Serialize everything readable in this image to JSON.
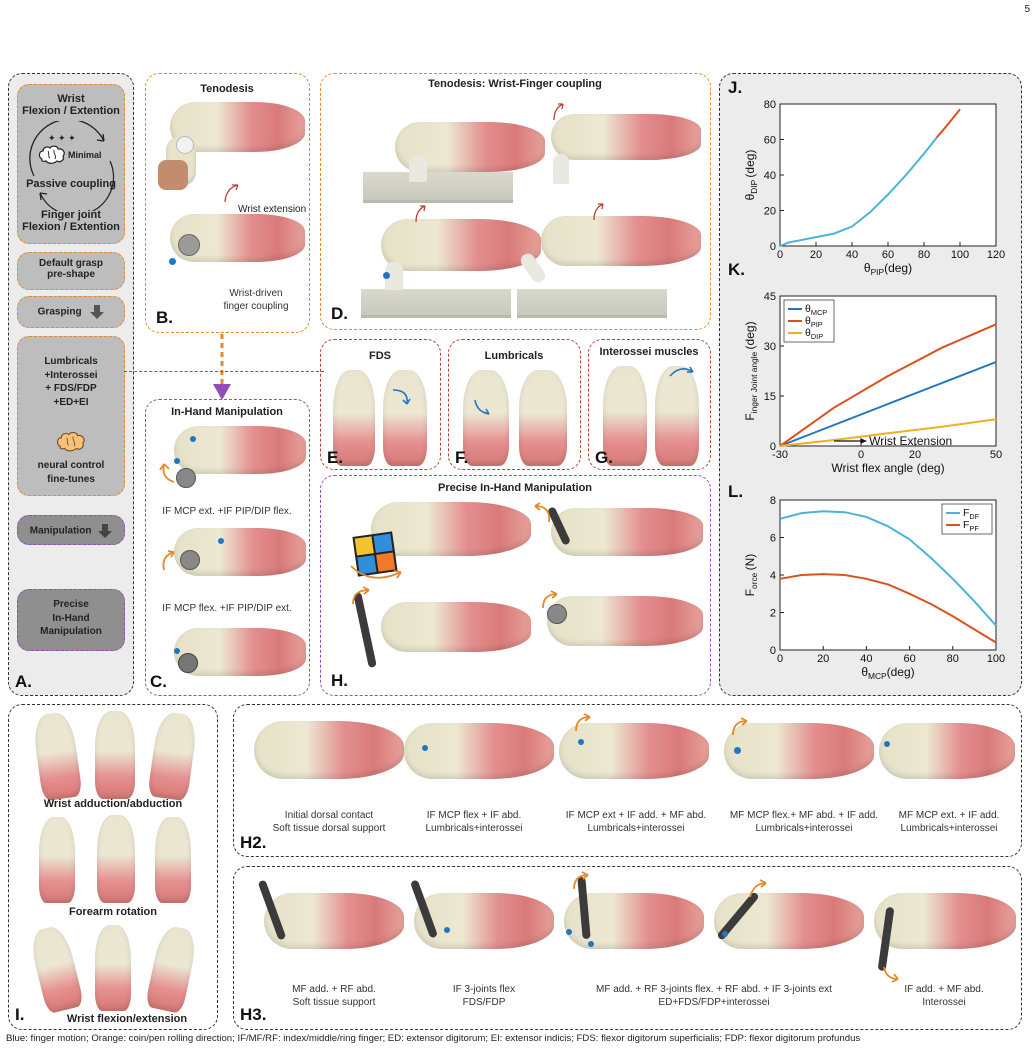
{
  "page_number": "5",
  "panelA": {
    "wrist_title": "Wrist\nFlexion / Extention",
    "minimal": "Minimal",
    "passive": "Passive coupling",
    "finger_title": "Finger joint\nFlexion / Extention",
    "default_grasp": "Default grasp\npre-shape",
    "grasping": "Grasping",
    "muscles": "Lumbricals\n+Interossei\n+ FDS/FDP\n+ED+EI",
    "neural": "neural control\nfine-tunes",
    "manipulation": "Manipulation",
    "precise": "Precise\nIn-Hand\nManipulation",
    "label": "A."
  },
  "panelB": {
    "title": "Tenodesis",
    "wrist_ext": "Wrist extension",
    "caption": "Wrist-driven\nfinger coupling",
    "label": "B."
  },
  "panelC": {
    "title": "In-Hand Manipulation",
    "cap1": "IF MCP ext. +IF PIP/DIP flex.",
    "cap2": "IF MCP flex. +IF PIP/DIP ext.",
    "label": "C."
  },
  "panelD": {
    "title": "Tenodesis: Wrist-Finger coupling",
    "label": "D."
  },
  "panelE": {
    "title": "FDS",
    "label": "E."
  },
  "panelF": {
    "title": "Lumbricals",
    "label": "F."
  },
  "panelG": {
    "title": "Interossei muscles",
    "label": "G."
  },
  "panelH": {
    "title": "Precise  In-Hand Manipulation",
    "label": "H."
  },
  "panelI": {
    "cap1": "Wrist adduction/abduction",
    "cap2": "Forearm rotation",
    "cap3": "Wrist flexion/extension",
    "label": "I."
  },
  "panelH2": {
    "label": "H2.",
    "captions": [
      "Initial dorsal contact\nSoft tissue dorsal support",
      "IF MCP flex + IF abd.\nLumbricals+interossei",
      "IF MCP ext + IF add. + MF abd.\nLumbricals+interossei",
      "MF MCP flex.+ MF abd. + IF add.\nLumbricals+interossei",
      "MF MCP ext. + IF add.\nLumbricals+interossei"
    ]
  },
  "panelH3": {
    "label": "H3.",
    "captions": [
      "MF add. + RF abd.\nSoft tissue support",
      "IF 3-joints flex\nFDS/FDP",
      "MF add. + RF 3-joints flex. + RF abd. + IF 3-joints ext\nED+FDS/FDP+interossei",
      "IF add. + MF abd.\nInterossei"
    ]
  },
  "footer": "Blue: finger motion; Orange: coin/pen rolling direction; IF/MF/RF: index/middle/ring finger; ED: extensor digitorum; EI: extensor indicis; FDS: flexor digitorum superficialis; FDP: flexor digitorum profundus",
  "colors": {
    "orange_frame": "#e58a2a",
    "purple_frame": "#8e4fb8",
    "red_frame": "#b3443b",
    "blue_series": "#1f77c4",
    "orange_series": "#d9531e",
    "yellow_series": "#edb120",
    "cyan_series": "#4db3d6"
  },
  "chart_data": [
    {
      "id": "J",
      "type": "line",
      "label": "J.",
      "xlabel": "θ PIP(deg)",
      "ylabel": "θDIP (deg)",
      "xlim": [
        0,
        120
      ],
      "ylim": [
        0,
        80
      ],
      "xticks": [
        0,
        20,
        40,
        60,
        80,
        100,
        120
      ],
      "yticks": [
        0,
        20,
        40,
        60,
        80
      ],
      "series": [
        {
          "color": "#4db3d6",
          "x": [
            0,
            5,
            10,
            20,
            30,
            40,
            50,
            60,
            70,
            80,
            87
          ],
          "y": [
            0,
            2,
            3,
            5,
            7,
            11,
            19,
            29,
            40,
            52,
            61
          ]
        },
        {
          "color": "#d9531e",
          "x": [
            87,
            92,
            96,
            100
          ],
          "y": [
            61,
            67,
            72,
            77
          ]
        }
      ]
    },
    {
      "id": "K",
      "type": "line",
      "label": "K.",
      "xlabel": "Wrist flex angle (deg)",
      "ylabel": "Finger Joint angle (deg)",
      "xlim": [
        -30,
        50
      ],
      "ylim": [
        0,
        45
      ],
      "xticks": [
        -30,
        0,
        20,
        50
      ],
      "yticks": [
        0,
        15,
        30,
        45
      ],
      "annotation": "Wrist Extension",
      "legend": "top-left",
      "series": [
        {
          "name": "θMCP",
          "color": "#1f77c4",
          "x": [
            -30,
            -10,
            10,
            30,
            50
          ],
          "y": [
            0,
            6.3,
            12.6,
            18.9,
            25.2
          ]
        },
        {
          "name": "θPIP",
          "color": "#d9531e",
          "x": [
            -30,
            -10,
            10,
            30,
            50
          ],
          "y": [
            0,
            11.5,
            21,
            29.5,
            36.5
          ]
        },
        {
          "name": "θDIP",
          "color": "#edb120",
          "x": [
            -30,
            -10,
            10,
            30,
            50
          ],
          "y": [
            0,
            1.8,
            3.8,
            5.8,
            8
          ]
        }
      ]
    },
    {
      "id": "L",
      "type": "line",
      "label": "L.",
      "xlabel": "θMCP(deg)",
      "ylabel": "Force (N)",
      "xlim": [
        0,
        100
      ],
      "ylim": [
        0,
        8
      ],
      "xticks": [
        0,
        20,
        40,
        60,
        80,
        100
      ],
      "yticks": [
        0,
        2,
        4,
        6,
        8
      ],
      "legend": "top-right",
      "series": [
        {
          "name": "FDF",
          "color": "#4db3d6",
          "x": [
            0,
            10,
            20,
            30,
            40,
            50,
            60,
            70,
            80,
            90,
            100
          ],
          "y": [
            7.0,
            7.3,
            7.4,
            7.35,
            7.1,
            6.6,
            5.9,
            4.9,
            3.8,
            2.6,
            1.3
          ]
        },
        {
          "name": "FPF",
          "color": "#d9531e",
          "x": [
            0,
            10,
            20,
            30,
            40,
            50,
            60,
            70,
            80,
            90,
            100
          ],
          "y": [
            3.8,
            4.0,
            4.05,
            4.0,
            3.8,
            3.5,
            3.0,
            2.45,
            1.8,
            1.1,
            0.4
          ]
        }
      ]
    }
  ]
}
